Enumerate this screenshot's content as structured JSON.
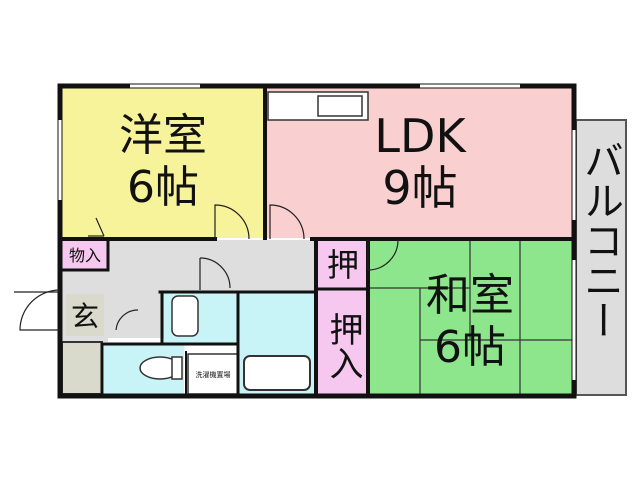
{
  "floorplan": {
    "rooms": {
      "western": {
        "name": "洋室",
        "size": "6帖",
        "color": "#f7f39a"
      },
      "ldk": {
        "name": "LDK",
        "size": "9帖",
        "color": "#f9cfd0"
      },
      "japanese": {
        "name": "和室",
        "size": "6帖",
        "color": "#8ee68c"
      },
      "storage_small": {
        "label": "物入",
        "color": "#f6c8ef"
      },
      "entrance": {
        "label": "玄",
        "color": "#d9d9cc"
      },
      "closet_upper": {
        "label": "押",
        "color": "#f6c8ef"
      },
      "closet_lower": {
        "label": "押入",
        "color": "#f6c8ef"
      },
      "washroom_label": "洗濯機置場",
      "balcony": {
        "label": "バルコニー",
        "color": "#dddddd"
      }
    },
    "colors": {
      "wall": "#111111",
      "bath": "#c8f4f8",
      "hall": "#dedede"
    }
  }
}
